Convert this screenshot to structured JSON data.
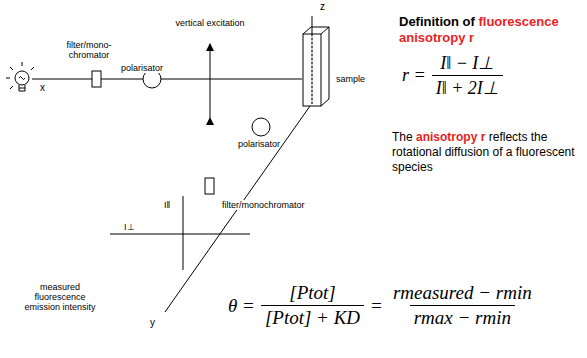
{
  "diagram": {
    "labels": [
      "z",
      "Definition of",
      "fluorescence anisotropy r",
      "filter/mono- chromator",
      "vertical excitation",
      "x",
      "sample",
      "polarisator",
      "polarisator",
      "r =",
      "I‖ − I⊥",
      "I‖ + 2I⊥",
      "The",
      "anisotropy r",
      "reflects the rotational diffusion of a fluorescent species",
      "I‖",
      "I⊥",
      "filter/monochromator",
      "y",
      "measured fluorescence emission intensity",
      "θ =",
      "[Ptot]",
      "[Ptot] + KD",
      "=",
      "rmeasured − rmin",
      "rmax − rmin"
    ]
  }
}
